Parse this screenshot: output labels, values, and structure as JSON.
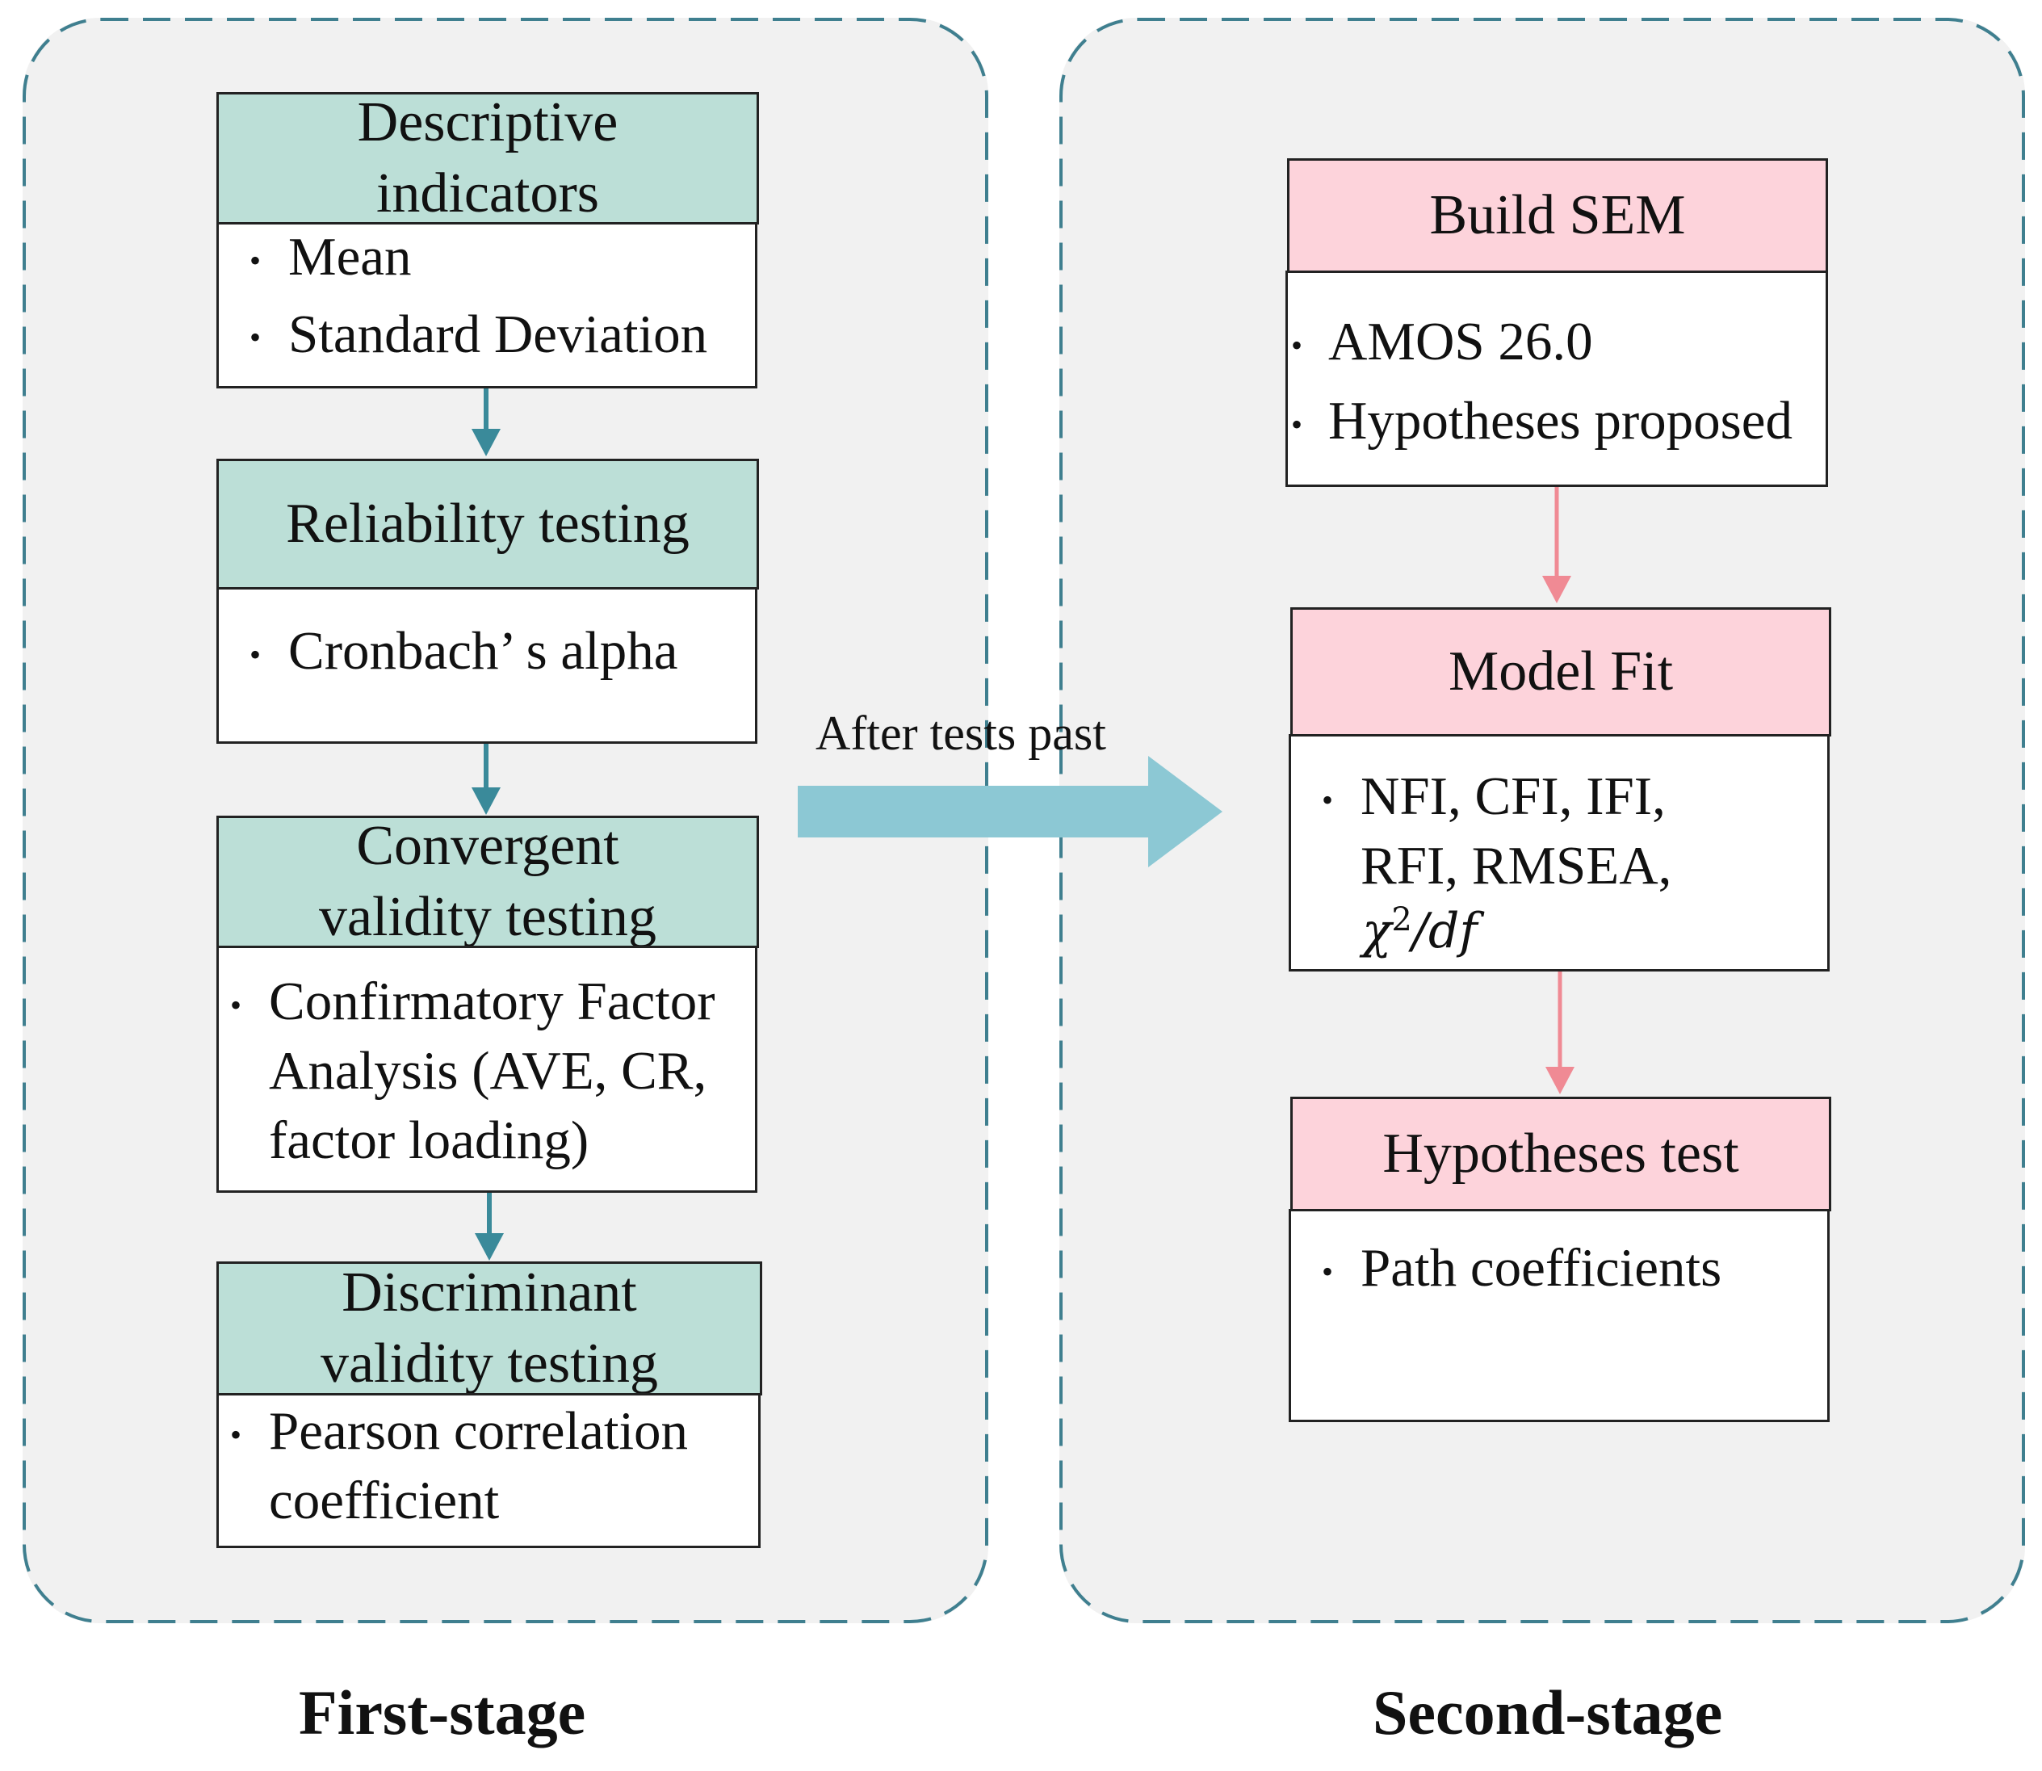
{
  "first_stage": {
    "label": "First-stage",
    "blocks": [
      {
        "title_lines": [
          "Descriptive",
          "indicators"
        ],
        "items": [
          "Mean",
          "Standard Deviation"
        ]
      },
      {
        "title_lines": [
          "Reliability testing"
        ],
        "items": [
          "Cronbach’ s alpha"
        ]
      },
      {
        "title_lines": [
          "Convergent",
          "validity testing"
        ],
        "items": [
          "Confirmatory Factor",
          "Analysis (AVE, CR,",
          "factor loading)"
        ]
      },
      {
        "title_lines": [
          "Discriminant",
          "validity testing"
        ],
        "items": [
          "Pearson correlation",
          "coefficient"
        ]
      }
    ]
  },
  "transition": {
    "label": "After tests past"
  },
  "second_stage": {
    "label": "Second-stage",
    "blocks": [
      {
        "title_lines": [
          "Build SEM"
        ],
        "items": [
          "AMOS 26.0",
          "Hypotheses proposed"
        ]
      },
      {
        "title_lines": [
          "Model Fit"
        ],
        "items": [
          "NFI, CFI, IFI,",
          "RFI, RMSEA,"
        ],
        "formula": {
          "symbol": "χ",
          "superscript": "2",
          "rest": "/df"
        }
      },
      {
        "title_lines": [
          "Hypotheses test"
        ],
        "items": [
          "Path coefficients"
        ]
      }
    ]
  },
  "colors": {
    "teal_header": "#bcdfd7",
    "pink_header": "#fdd3db",
    "teal_arrow": "#3a8a9a",
    "pink_arrow": "#f08a94",
    "big_arrow": "#8cc8d4",
    "panel_bg": "#f1f1f1",
    "panel_border": "#3f7f8f"
  }
}
